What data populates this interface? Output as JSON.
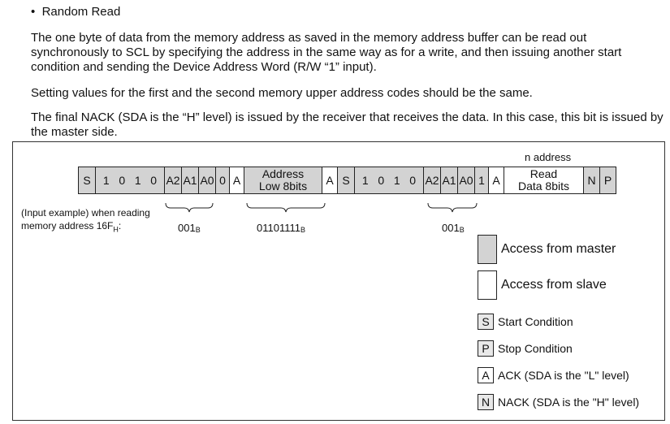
{
  "heading": "Random Read",
  "paragraphs": [
    "The one byte of data from the memory address as saved in the memory address buffer can be read out synchronously to SCL by specifying the address in the same way as for a write, and then issuing another start condition and sending the Device Address Word (R/W “1” input).",
    "Setting values for the first and the second memory upper address codes should be the same.",
    "The final NACK (SDA is the “H” level) is issued by the receiver that receives the data. In this case, this bit is issued by the master side."
  ],
  "diagram": {
    "n_address": "n address",
    "frame": [
      {
        "label": "S",
        "type": "master"
      },
      {
        "label": "1   0   1   0",
        "type": "master"
      },
      {
        "label": "A2",
        "type": "master"
      },
      {
        "label": "A1",
        "type": "master"
      },
      {
        "label": "A0",
        "type": "master"
      },
      {
        "label": "0",
        "type": "master"
      },
      {
        "label": "A",
        "type": "slave"
      },
      {
        "label": "Address\nLow 8bits",
        "type": "master"
      },
      {
        "label": "A",
        "type": "slave"
      },
      {
        "label": "S",
        "type": "master"
      },
      {
        "label": "1   0   1   0",
        "type": "master"
      },
      {
        "label": "A2",
        "type": "master"
      },
      {
        "label": "A1",
        "type": "master"
      },
      {
        "label": "A0",
        "type": "master"
      },
      {
        "label": "1",
        "type": "master"
      },
      {
        "label": "A",
        "type": "slave"
      },
      {
        "label": "Read\nData 8bits",
        "type": "slave"
      },
      {
        "label": "N",
        "type": "master"
      },
      {
        "label": "P",
        "type": "master"
      }
    ],
    "input_example_line1": "(Input example) when reading",
    "input_example_line2": "memory address 16F",
    "input_example_sub": "H",
    "input_example_colon": ":",
    "brace_labels": [
      {
        "value": "001",
        "sub": "B"
      },
      {
        "value": "01101111",
        "sub": "B"
      },
      {
        "value": "001",
        "sub": "B"
      }
    ],
    "legend": {
      "master": "Access from master",
      "slave": "Access from slave",
      "start_symbol": "S",
      "start": "Start Condition",
      "stop_symbol": "P",
      "stop": "Stop Condition",
      "ack_symbol": "A",
      "ack": "ACK (SDA is the \"L\" level)",
      "nack_symbol": "N",
      "nack": "NACK (SDA is the \"H\" level)"
    }
  }
}
